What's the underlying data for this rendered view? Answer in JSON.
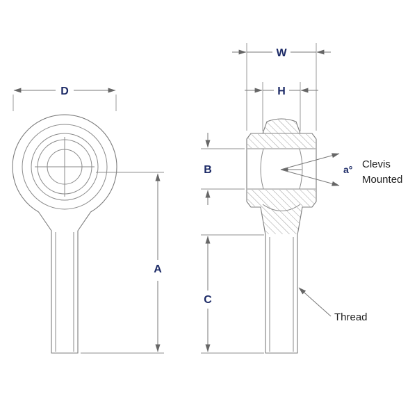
{
  "diagram": {
    "labels": {
      "dim_d": "D",
      "dim_w": "W",
      "dim_h": "H",
      "dim_b": "B",
      "dim_a": "A",
      "dim_c": "C",
      "angle": "a°",
      "clevis_line1": "Clevis",
      "clevis_line2": "Mounted",
      "thread": "Thread"
    },
    "colors": {
      "background": "#ffffff",
      "line": "#8a8a8a",
      "hatch": "#9a9a9a",
      "dimension_text": "#1c2a66",
      "annotation_text": "#1c1c1c"
    }
  }
}
